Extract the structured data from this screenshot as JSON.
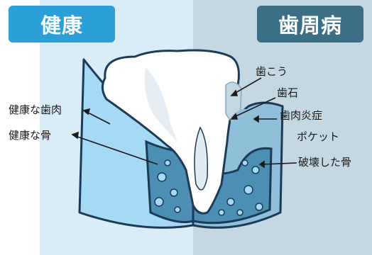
{
  "left_title": "健康",
  "right_title": "歯周病",
  "labels": {
    "healthy_gum": "健康な歯肉",
    "healthy_bone": "健康な骨",
    "plaque": "歯こう",
    "tartar": "歯石",
    "gingivitis": "歯肉炎症",
    "pocket": "ポケット",
    "destroyed_bone": "破壊した骨"
  },
  "colors": {
    "healthy_bg": "#d9edf9",
    "disease_bg": "#c4d8e3",
    "gum_healthy": "#a6d9f4",
    "gum_disease": "#8fbfd9",
    "bone": "#4d8fb3",
    "tooth": "#ffffff",
    "outline": "#1c3b57",
    "badge_left": "#2b9fd8",
    "badge_right": "#3a6f86"
  }
}
